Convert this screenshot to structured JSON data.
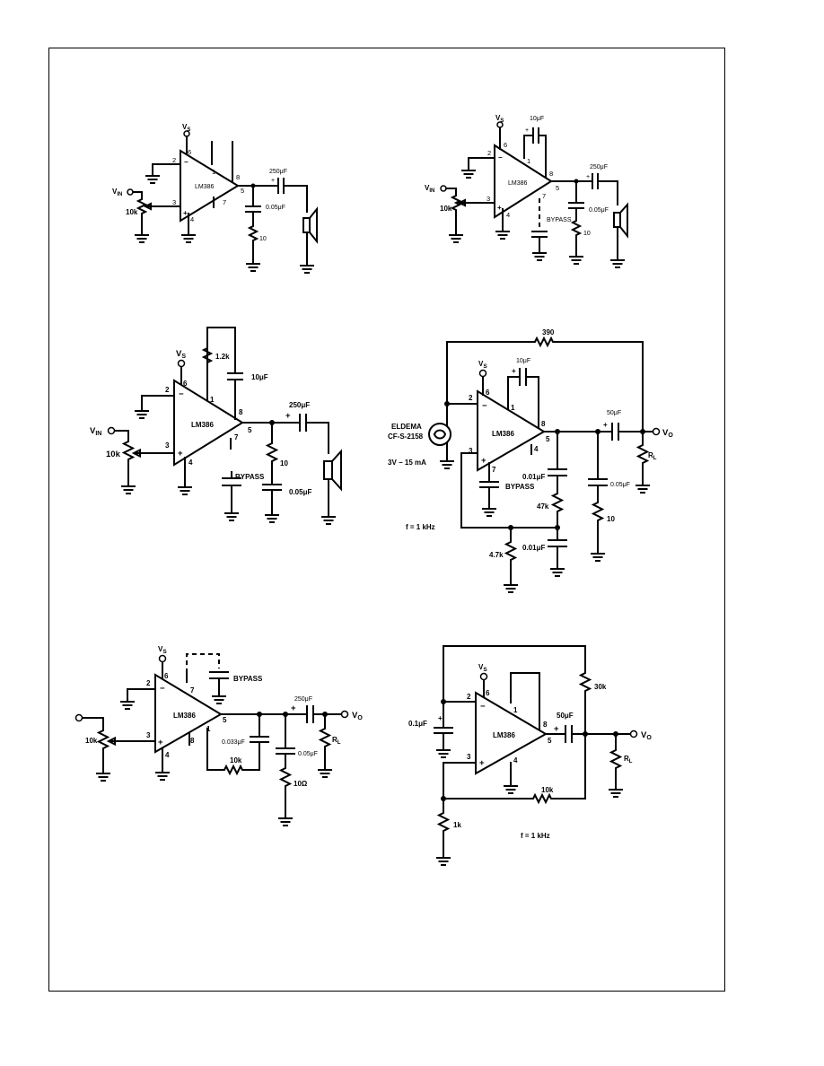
{
  "common": {
    "amp_label": "LM386",
    "vs": "V",
    "vs_sub": "S",
    "vin": "V",
    "vin_sub": "IN",
    "vo": "V",
    "vo_sub": "O",
    "rl": "R",
    "rl_sub": "L",
    "bypass": "BYPASS",
    "pot": "10k",
    "minus": "−",
    "plus": "+",
    "cap_plus": "+"
  },
  "circuit1": {
    "pins": [
      "2",
      "6",
      "1",
      "8",
      "5",
      "7",
      "3",
      "4"
    ],
    "c_out": "250μF",
    "c_zobel": "0.05μF",
    "r_zobel": "10"
  },
  "circuit2": {
    "pins": [
      "6",
      "2",
      "1",
      "8",
      "5",
      "7",
      "3",
      "4"
    ],
    "c_gain": "10μF",
    "c_out": "250μF",
    "c_zobel": "0.05μF",
    "r_zobel": "10"
  },
  "circuit3": {
    "pins": [
      "2",
      "6",
      "1",
      "8",
      "5",
      "7",
      "3",
      "4"
    ],
    "r_gain": "1.2k",
    "c_gain": "10μF",
    "c_out": "250μF",
    "r_zobel": "10",
    "c_zobel": "0.05μF"
  },
  "circuit4": {
    "pins": [
      "2",
      "6",
      "1",
      "8",
      "5",
      "4",
      "3",
      "7"
    ],
    "r_feedback": "390",
    "c_gain": "10μF",
    "c_out": "50μF",
    "c_zobel": "0.05μF",
    "r_zobel": "10",
    "lamp_name": "ELDEMA",
    "lamp_part": "CF-S-2158",
    "lamp_rating": "3V − 15 mA",
    "c1": "0.01μF",
    "r1": "47k",
    "c2": "0.01μF",
    "r2": "4.7k",
    "freq": "f = 1 kHz"
  },
  "circuit5": {
    "pins": [
      "6",
      "2",
      "7",
      "5",
      "1",
      "8",
      "3",
      "4"
    ],
    "c_bass": "0.033μF",
    "r_bass": "10k",
    "c_out": "250μF",
    "c_zobel": "0.05μF",
    "r_zobel": "10Ω"
  },
  "circuit6": {
    "pins": [
      "2",
      "6",
      "1",
      "8",
      "5",
      "4",
      "3"
    ],
    "c_in": "0.1μF",
    "r_top": "30k",
    "c_out": "50μF",
    "r_fb": "10k",
    "r_gnd": "1k",
    "freq": "f = 1 kHz"
  }
}
